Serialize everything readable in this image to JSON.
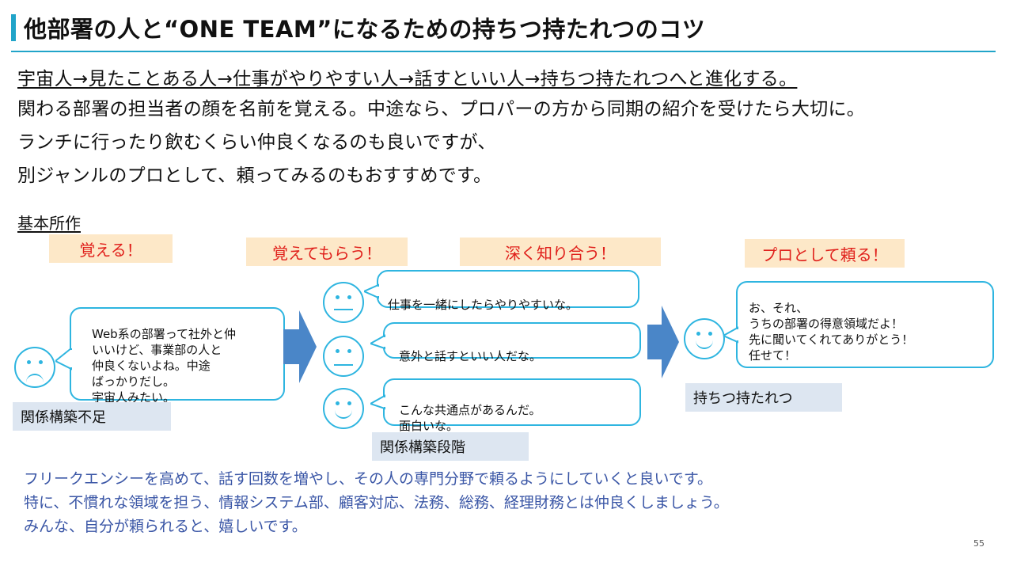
{
  "header": {
    "title": "他部署の人と“ONE TEAM”になるための持ちつ持たれつのコツ"
  },
  "intro": {
    "line1": "宇宙人→見たことある人→仕事がやりやすい人→話すといい人→持ちつ持たれつへと進化する。",
    "line2": "関わる部署の担当者の顔を名前を覚える。中途なら、プロパーの方から同期の紹介を受けたら大切に。",
    "line3": "ランチに行ったり飲むくらい仲良くなるのも良いですが、",
    "line4": "別ジャンルのプロとして、頼ってみるのもおすすめです。"
  },
  "section": {
    "heading": "基本所作"
  },
  "stages": [
    {
      "label": "覚える！"
    },
    {
      "label": "覚えてもらう！"
    },
    {
      "label": "深く知り合う！"
    },
    {
      "label": "プロとして頼る！"
    }
  ],
  "bubbles": {
    "stranger": "Web系の部署って社外と仲\nいいけど、事業部の人と\n仲良くないよね。中途\nばっかりだし。\n宇宙人みたい。",
    "building1": "仕事を一緒にしたらやりやすいな。",
    "building2": "意外と話すといい人だな。",
    "building3": "こんな共通点があるんだ。\n面白いな。",
    "mutual": "お、それ、\nうちの部署の得意領域だよ！\n先に聞いてくれてありがとう！\n任せて！"
  },
  "tags": {
    "lack": "関係構築不足",
    "building": "関係構築段階",
    "mutual": "持ちつ持たれつ"
  },
  "summary": {
    "line1": "フリークエンシーを高めて、話す回数を増やし、その人の専門分野で頼るようにしていくと良いです。",
    "line2": "特に、不慣れな領域を担う、情報システム部、顧客対応、法務、総務、経理財務とは仲良くしましょう。",
    "line3": "みんな、自分が頼られると、嬉しいです。"
  },
  "page_number": "55",
  "colors": {
    "accent": "#21a4c9",
    "face_stroke": "#2eb5e0",
    "stage_bg": "#fde8c8",
    "stage_text": "#e0201b",
    "tag_bg": "#dde6f1",
    "summary_text": "#3a56a6",
    "arrow": "#4a86c8"
  }
}
